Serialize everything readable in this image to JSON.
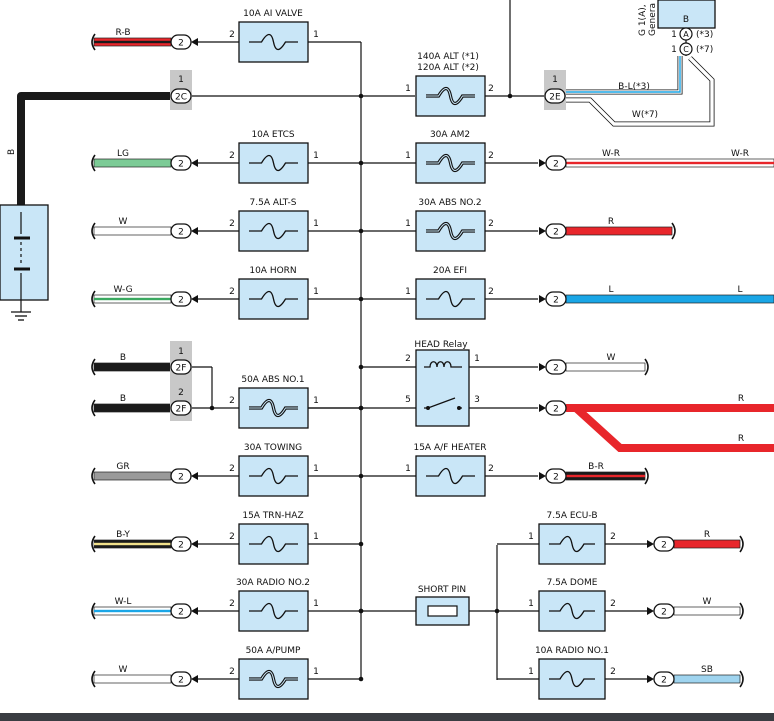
{
  "colors": {
    "fuse_fill": "#c9e6f7",
    "wire": "#111111",
    "R": "#e8262b",
    "B": "#1a1a1a",
    "LG": "#7ccb96",
    "W": "#ffffff",
    "G": "#3aa860",
    "GR": "#9a9a9a",
    "Y": "#f1e08a",
    "L": "#1aa6e6",
    "SB": "#9fd4ef",
    "connector_bg": "#c8c8c8"
  },
  "battery": {
    "wire_label": "B"
  },
  "generator": {
    "box_label": "B",
    "ref_label_1": "G 1(A),",
    "ref_label_2": "Genera",
    "pin_a": "A",
    "pin_c": "C",
    "pin_a_num": "1",
    "pin_c_num": "1",
    "pin_a_note": "(*3)",
    "pin_c_note": "(*7)"
  },
  "connectors": {
    "c2C": {
      "label": "2C",
      "pin": "1"
    },
    "c2E": {
      "label": "2E",
      "pin": "1"
    },
    "c2F_top": {
      "label": "2F",
      "pin": "1"
    },
    "c2F_bot": {
      "label": "2F",
      "pin": "2"
    }
  },
  "head_relay": {
    "name": "HEAD Relay",
    "pin2": "2",
    "pin1": "1",
    "pin5": "5",
    "pin3": "3"
  },
  "short_pin": {
    "name": "SHORT PIN"
  },
  "left_fuses": [
    {
      "name": "10A AI VALVE",
      "pin_l": "2",
      "pin_r": "1",
      "conn": "2",
      "wire": "R-B"
    },
    {
      "name": "10A ETCS",
      "pin_l": "2",
      "pin_r": "1",
      "conn": "2",
      "wire": "LG"
    },
    {
      "name": "7.5A ALT-S",
      "pin_l": "2",
      "pin_r": "1",
      "conn": "2",
      "wire": "W"
    },
    {
      "name": "10A HORN",
      "pin_l": "2",
      "pin_r": "1",
      "conn": "2",
      "wire": "W-G"
    },
    {
      "name": "50A ABS NO.1",
      "pin_l": "2",
      "pin_r": "1",
      "wire_top": "B",
      "wire_bot": "B"
    },
    {
      "name": "30A TOWING",
      "pin_l": "2",
      "pin_r": "1",
      "conn": "2",
      "wire": "GR"
    },
    {
      "name": "15A TRN-HAZ",
      "pin_l": "2",
      "pin_r": "1",
      "conn": "2",
      "wire": "B-Y"
    },
    {
      "name": "30A RADIO NO.2",
      "pin_l": "2",
      "pin_r": "1",
      "conn": "2",
      "wire": "W-L"
    },
    {
      "name": "50A A/PUMP",
      "pin_l": "2",
      "pin_r": "1",
      "conn": "2",
      "wire": "W"
    }
  ],
  "alt_fuse": {
    "name_1": "140A ALT (*1)",
    "name_2": "120A ALT (*2)",
    "pin_l": "1",
    "pin_r": "2",
    "wire_1": "B-L(*3)",
    "wire_2": "W(*7)"
  },
  "mid_fuses": [
    {
      "name": "30A AM2",
      "pin_l": "1",
      "pin_r": "2",
      "conn": "2",
      "wire": "W-R",
      "wire_end": "W-R"
    },
    {
      "name": "30A ABS NO.2",
      "pin_l": "1",
      "pin_r": "2",
      "conn": "2",
      "wire": "R"
    },
    {
      "name": "20A EFI",
      "pin_l": "1",
      "pin_r": "2",
      "conn": "2",
      "wire": "L",
      "wire_end": "L"
    },
    {
      "name": "15A A/F HEATER",
      "pin_l": "1",
      "pin_r": "2",
      "conn": "2",
      "wire": "B-R"
    }
  ],
  "relay_wires": {
    "w_top": "W",
    "w_conn_top": "2",
    "w_conn_bot": "2",
    "w_bot_1": "R",
    "w_bot_2": "R"
  },
  "right_fuses": [
    {
      "name": "7.5A ECU-B",
      "pin_l": "1",
      "pin_r": "2",
      "conn": "2",
      "wire": "R"
    },
    {
      "name": "7.5A DOME",
      "pin_l": "1",
      "pin_r": "2",
      "conn": "2",
      "wire": "W"
    },
    {
      "name": "10A RADIO NO.1",
      "pin_l": "1",
      "pin_r": "2",
      "conn": "2",
      "wire": "SB"
    }
  ]
}
